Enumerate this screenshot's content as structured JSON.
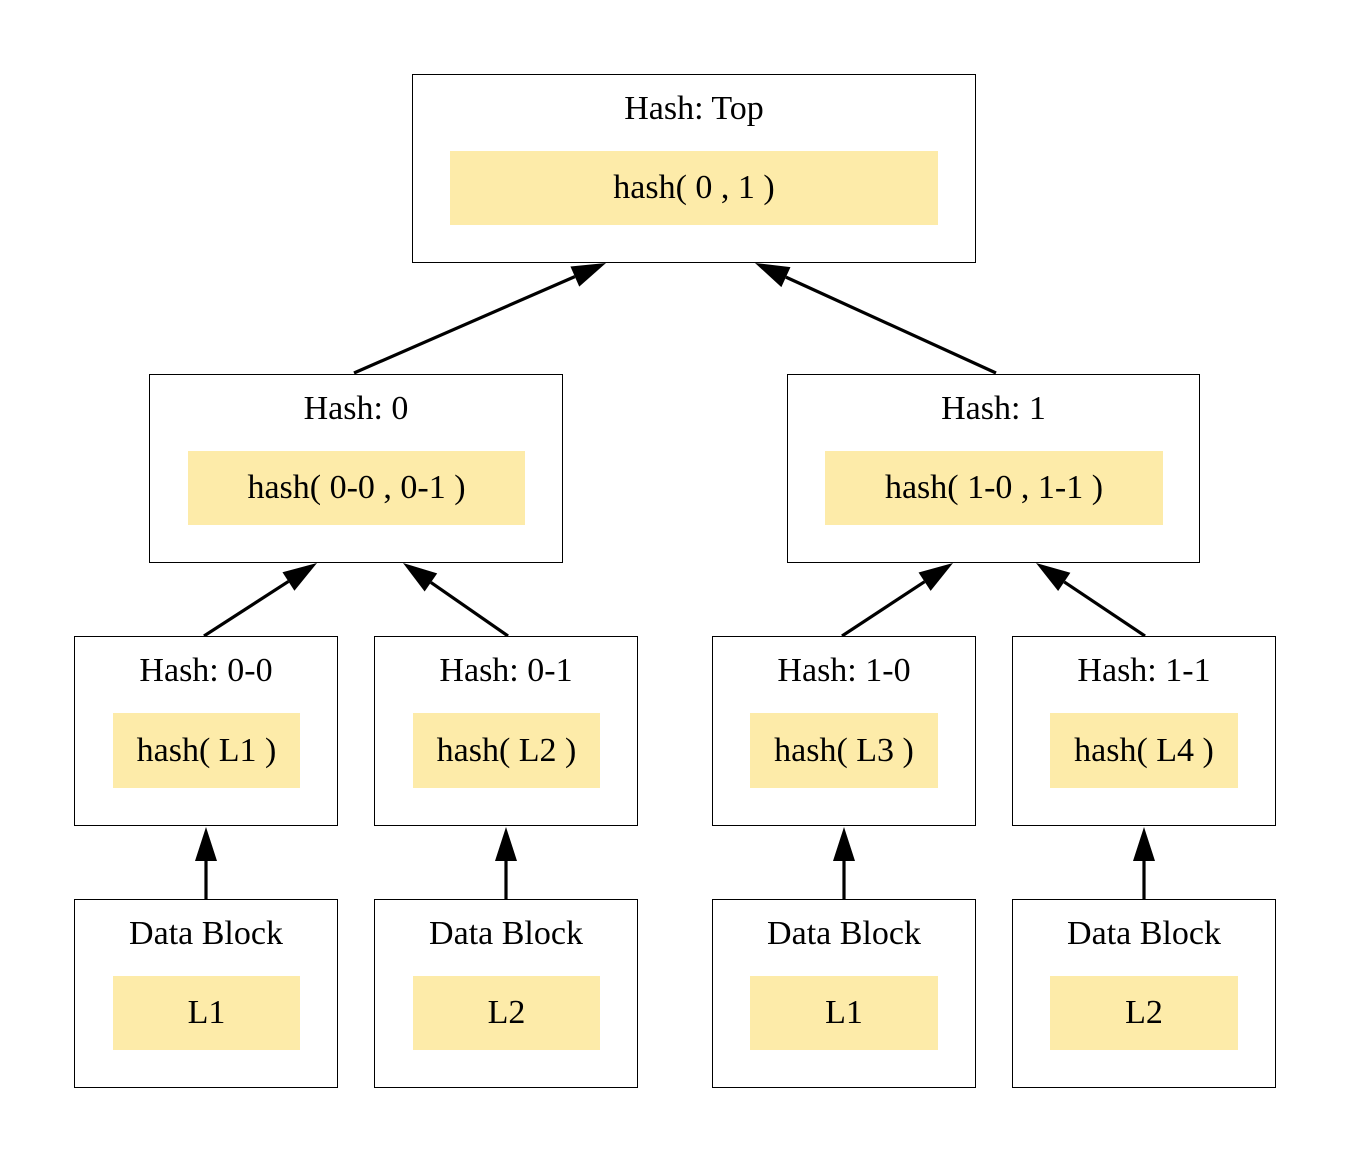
{
  "nodes": {
    "top": {
      "title": "Hash: Top",
      "value": "hash( 0 , 1 )"
    },
    "h0": {
      "title": "Hash: 0",
      "value": "hash( 0-0 , 0-1 )"
    },
    "h1": {
      "title": "Hash: 1",
      "value": "hash( 1-0 , 1-1 )"
    },
    "h00": {
      "title": "Hash: 0-0",
      "value": "hash( L1 )"
    },
    "h01": {
      "title": "Hash: 0-1",
      "value": "hash( L2 )"
    },
    "h10": {
      "title": "Hash: 1-0",
      "value": "hash( L3 )"
    },
    "h11": {
      "title": "Hash: 1-1",
      "value": "hash( L4 )"
    },
    "d1": {
      "title": "Data Block",
      "value": "L1"
    },
    "d2": {
      "title": "Data Block",
      "value": "L2"
    },
    "d3": {
      "title": "Data Block",
      "value": "L1"
    },
    "d4": {
      "title": "Data Block",
      "value": "L2"
    }
  },
  "edges": [
    {
      "from": "h0",
      "to": "top"
    },
    {
      "from": "h1",
      "to": "top"
    },
    {
      "from": "h00",
      "to": "h0"
    },
    {
      "from": "h01",
      "to": "h0"
    },
    {
      "from": "h10",
      "to": "h1"
    },
    {
      "from": "h11",
      "to": "h1"
    },
    {
      "from": "d1",
      "to": "h00"
    },
    {
      "from": "d2",
      "to": "h01"
    },
    {
      "from": "d3",
      "to": "h10"
    },
    {
      "from": "d4",
      "to": "h11"
    }
  ],
  "colors": {
    "value_fill": "#fdeba9",
    "stroke": "#000000"
  }
}
